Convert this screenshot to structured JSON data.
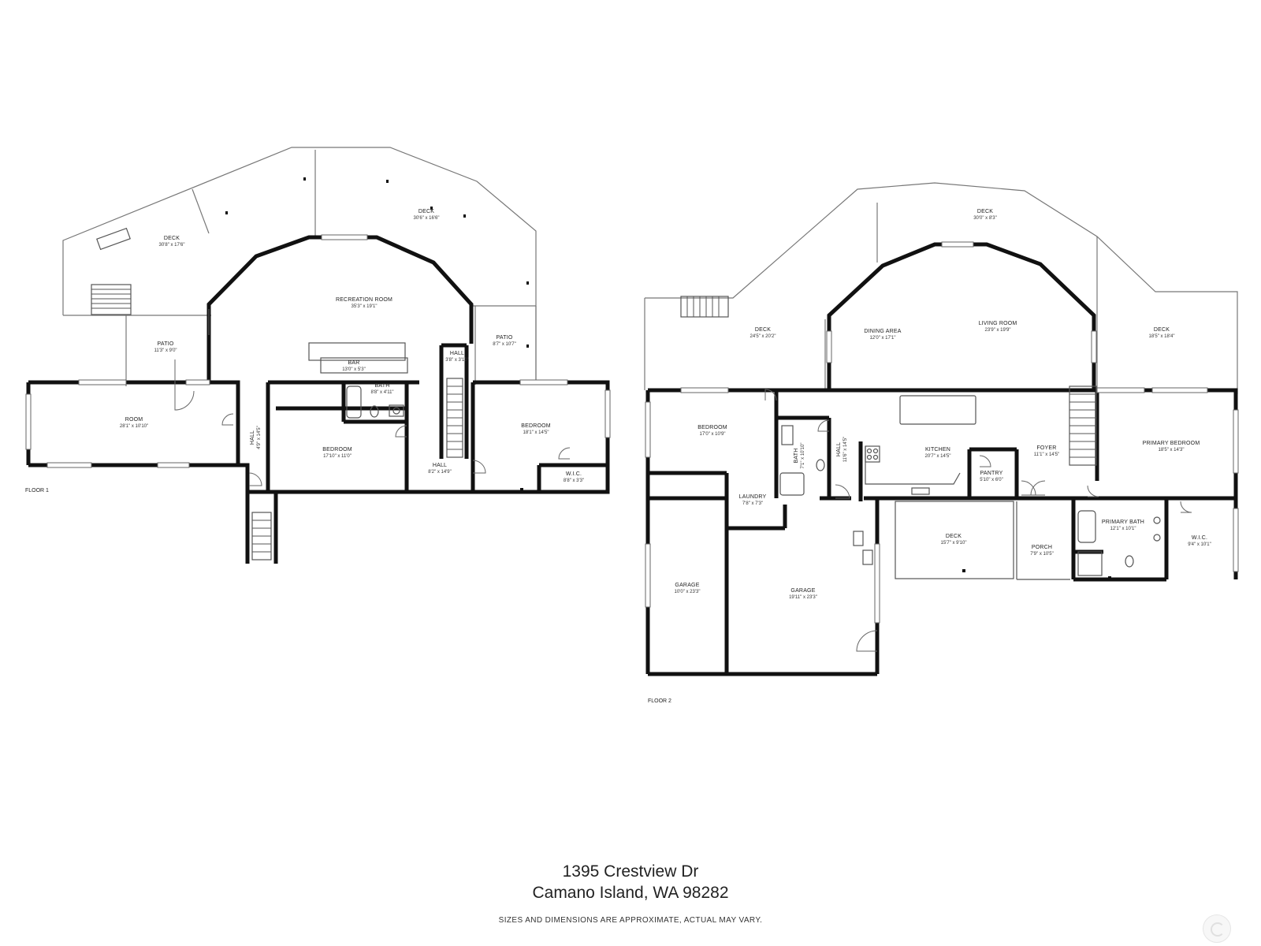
{
  "floors": [
    {
      "label": "FLOOR 1",
      "rooms": [
        {
          "name": "DECK",
          "dims": "30'8\" x 17'6\""
        },
        {
          "name": "DECK",
          "dims": "30'6\" x 16'6\""
        },
        {
          "name": "RECREATION ROOM",
          "dims": "35'3\" x 19'1\""
        },
        {
          "name": "PATIO",
          "dims": "11'3\" x 9'0\""
        },
        {
          "name": "PATIO",
          "dims": "8'7\" x 10'7\""
        },
        {
          "name": "BAR",
          "dims": "13'0\" x 5'3\""
        },
        {
          "name": "HALL",
          "dims": "3'8\" x 3'10\""
        },
        {
          "name": "BATH",
          "dims": "8'8\" x 4'11\""
        },
        {
          "name": "ROOM",
          "dims": "28'1\" x 10'10\""
        },
        {
          "name": "HALL",
          "dims": "4'9\" x 14'5\""
        },
        {
          "name": "BEDROOM",
          "dims": "17'10\" x 11'0\""
        },
        {
          "name": "BEDROOM",
          "dims": "18'1\" x 14'5\""
        },
        {
          "name": "HALL",
          "dims": "8'2\" x 14'9\""
        },
        {
          "name": "W.I.C.",
          "dims": "8'8\" x 3'3\""
        }
      ]
    },
    {
      "label": "FLOOR 2",
      "rooms": [
        {
          "name": "DECK",
          "dims": "30'0\" x 8'3\""
        },
        {
          "name": "DECK",
          "dims": "24'5\" x 20'2\""
        },
        {
          "name": "DINING AREA",
          "dims": "12'0\" x 17'1\""
        },
        {
          "name": "LIVING ROOM",
          "dims": "23'9\" x 19'9\""
        },
        {
          "name": "DECK",
          "dims": "18'5\" x 18'4\""
        },
        {
          "name": "BEDROOM",
          "dims": "17'0\" x 10'9\""
        },
        {
          "name": "BATH",
          "dims": "7'1\" x 10'10\""
        },
        {
          "name": "HALL",
          "dims": "11'6\" x 14'5\""
        },
        {
          "name": "KITCHEN",
          "dims": "20'7\" x 14'5\""
        },
        {
          "name": "FOYER",
          "dims": "11'1\" x 14'5\""
        },
        {
          "name": "PRIMARY BEDROOM",
          "dims": "18'5\" x 14'3\""
        },
        {
          "name": "PANTRY",
          "dims": "5'10\" x 6'0\""
        },
        {
          "name": "LAUNDRY",
          "dims": "7'8\" x 7'3\""
        },
        {
          "name": "DECK",
          "dims": "15'7\" x 9'10\""
        },
        {
          "name": "PORCH",
          "dims": "7'9\" x 10'5\""
        },
        {
          "name": "PRIMARY BATH",
          "dims": "12'1\" x 10'1\""
        },
        {
          "name": "W.I.C.",
          "dims": "9'4\" x 10'1\""
        },
        {
          "name": "GARAGE",
          "dims": "10'0\" x 23'3\""
        },
        {
          "name": "GARAGE",
          "dims": "19'11\" x 23'3\""
        }
      ]
    }
  ],
  "address": {
    "line1": "1395 Crestview Dr",
    "line2": "Camano Island, WA  98282"
  },
  "disclaimer": "SIZES AND DIMENSIONS ARE APPROXIMATE, ACTUAL MAY VARY."
}
